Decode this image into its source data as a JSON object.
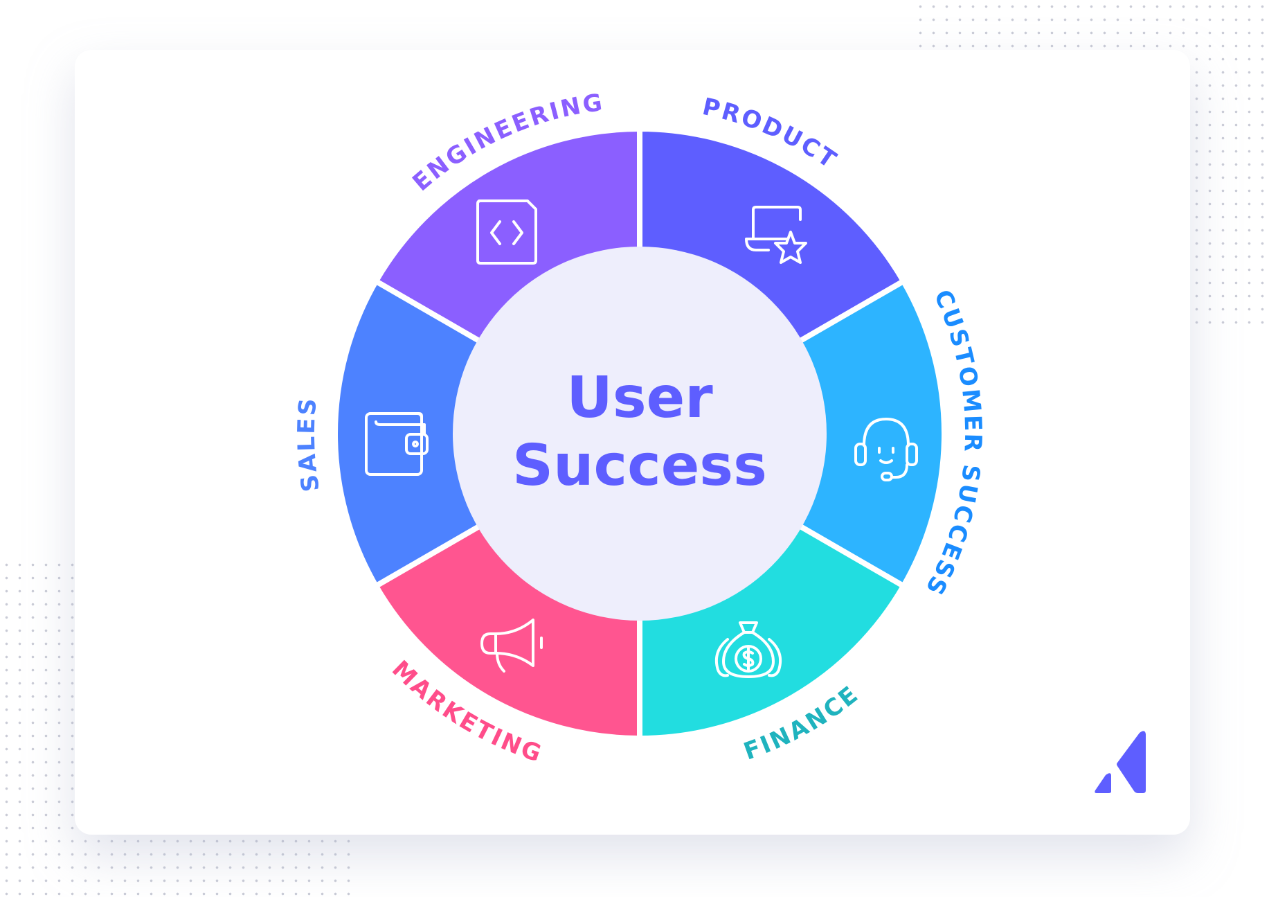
{
  "center": {
    "line1": "User",
    "line2": "Success",
    "color": "#5E5EFF",
    "bg": "#EEEEFC"
  },
  "segments": [
    {
      "label": "ENGINEERING",
      "color": "#8B5FFF",
      "text_color": "#8B5FFF",
      "icon": "code-file-icon"
    },
    {
      "label": "PRODUCT",
      "color": "#5E5EFF",
      "text_color": "#5E5EFF",
      "icon": "laptop-star-icon"
    },
    {
      "label": "CUSTOMER SUCCESS",
      "color": "#2DB4FF",
      "text_color": "#1A8CFF",
      "icon": "headset-icon"
    },
    {
      "label": "FINANCE",
      "color": "#22DDE0",
      "text_color": "#1FB3BE",
      "icon": "money-bag-icon"
    },
    {
      "label": "MARKETING",
      "color": "#FF5590",
      "text_color": "#FF4D8A",
      "icon": "megaphone-icon"
    },
    {
      "label": "SALES",
      "color": "#4D82FF",
      "text_color": "#4D82FF",
      "icon": "wallet-icon"
    }
  ],
  "logo": {
    "color": "#5E5EFF"
  }
}
